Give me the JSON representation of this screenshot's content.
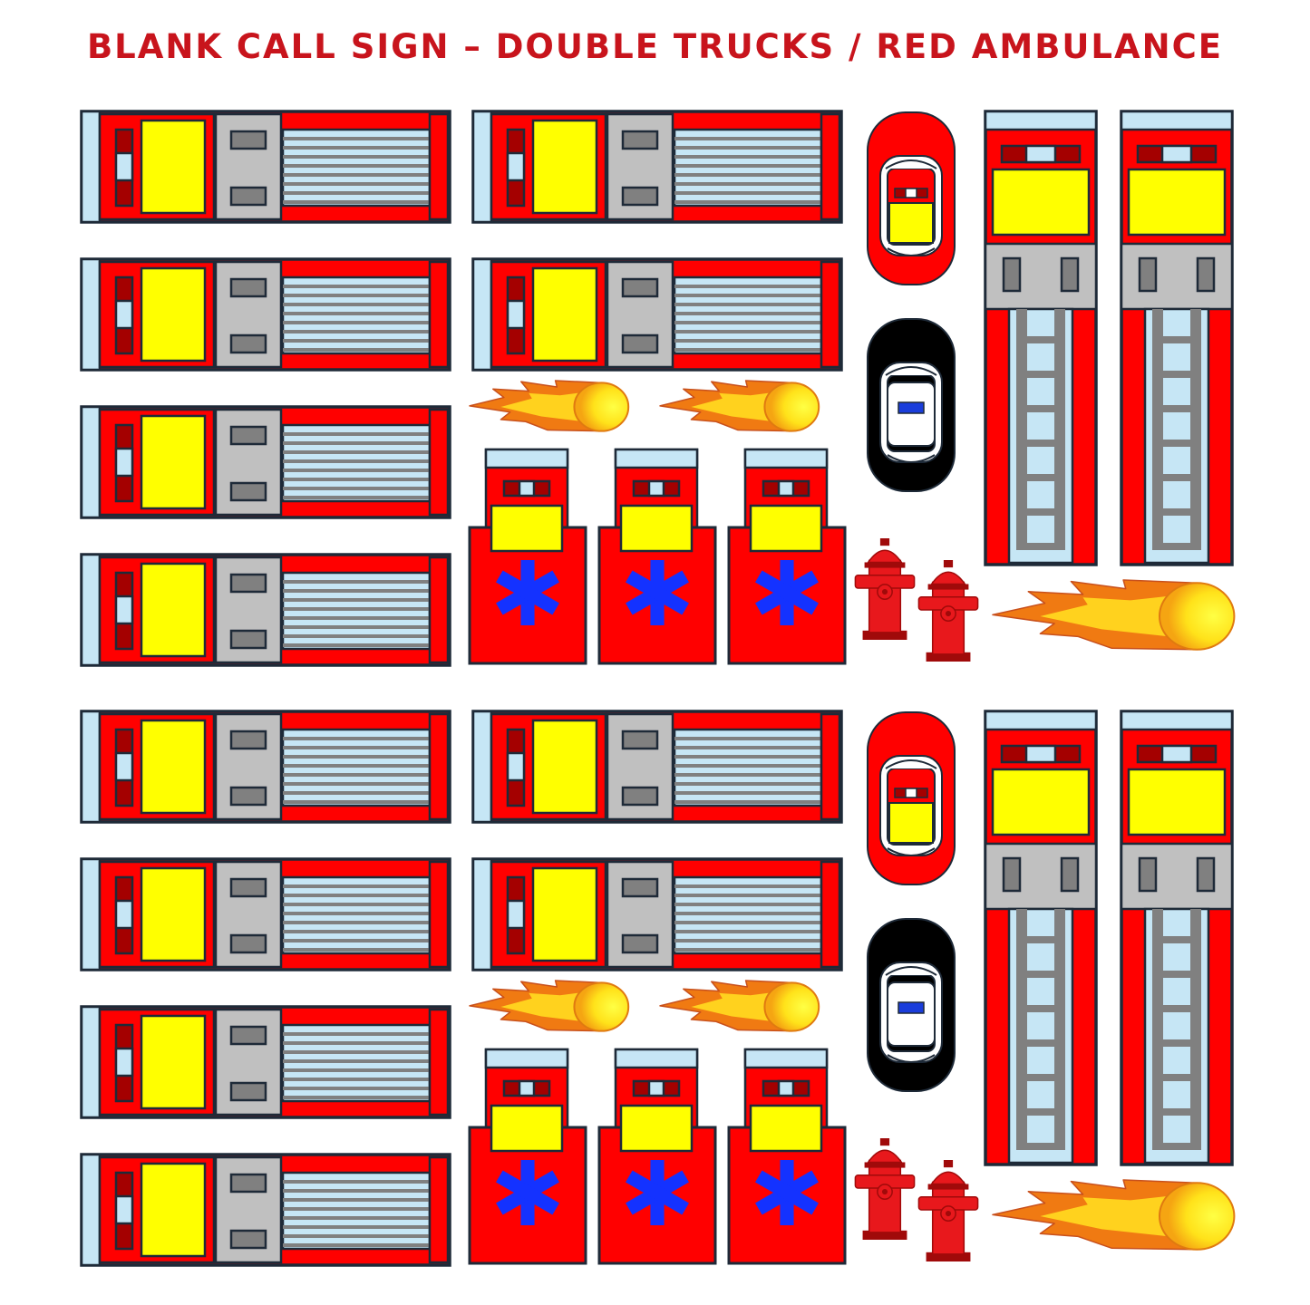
{
  "title": "BLANK CALL SIGN – DOUBLE TRUCKS / RED AMBULANCE",
  "colors": {
    "title": "#c8141c",
    "truck_red": "#ff0000",
    "cab_yellow": "#ffff00",
    "windshield_blue": "#c6e6f5",
    "gray_panel": "#c0c0c0",
    "dark_gray": "#808080",
    "outline": "#1e2a38",
    "light_dark_red": "#a40000",
    "star_of_life_blue": "#1432ff",
    "police_black": "#000000",
    "police_light_blue": "#1a3ddb",
    "flame_orange": "#f07a12",
    "flame_yellow": "#ffee33"
  },
  "sections": [
    {
      "name": "top-set",
      "offset": 0
    },
    {
      "name": "bottom-set",
      "offset": 662
    }
  ],
  "icons": {
    "pumper_truck": "fire-truck-top-view-icon",
    "ladder_truck": "ladder-truck-top-view-icon",
    "ambulance": "ambulance-icon",
    "chief_car": "fire-chief-car-icon",
    "police_car": "police-car-icon",
    "hydrant": "fire-hydrant-icon",
    "fireball": "fireball-icon"
  }
}
